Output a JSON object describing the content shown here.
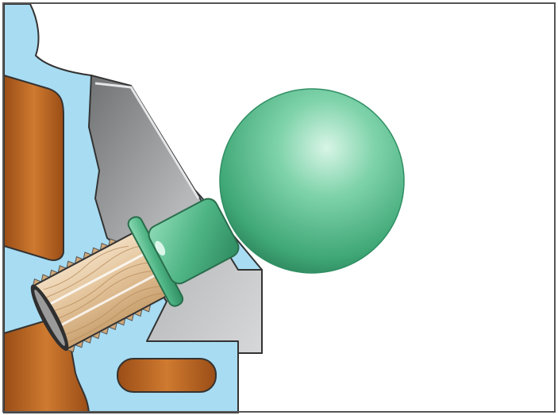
{
  "figure": {
    "colors": {
      "background": "#ffffff",
      "frame": "#555555",
      "coolant": "#a8dcf2",
      "block_gray": "#a9abad",
      "block_gray_light": "#c8c9cb",
      "rust": "#c06a24",
      "rust_dark": "#7a3a10",
      "wood": "#e7c9a3",
      "wood_dark": "#b88e5e",
      "bulb": "#58c294",
      "bulb_light": "#a9e6c8",
      "bulb_dark": "#2f8f63",
      "outline": "#333333"
    },
    "parts": [
      "coolant-passage",
      "block-wall",
      "rust-deposits",
      "wooden-dowel",
      "rubber-bulb-tool"
    ]
  }
}
